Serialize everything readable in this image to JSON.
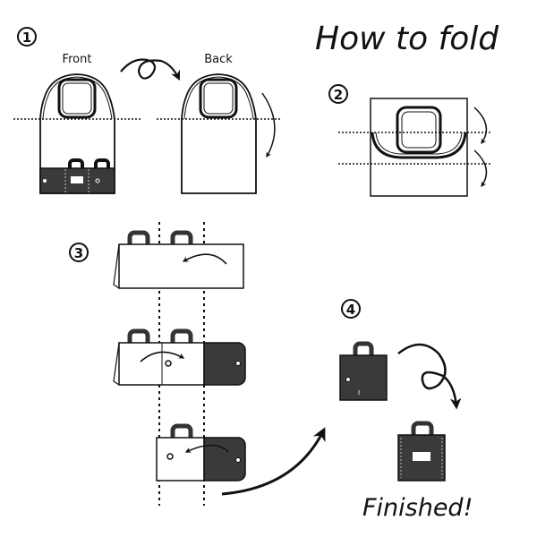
{
  "title": "How to fold",
  "steps": [
    {
      "number": "1",
      "labels": {
        "front": "Front",
        "back": "Back"
      }
    },
    {
      "number": "2"
    },
    {
      "number": "3"
    },
    {
      "number": "4"
    }
  ],
  "finished_label": "Finished!",
  "colors": {
    "ink": "#111111",
    "fabric_dark": "#3a3a3a",
    "paper": "#ffffff"
  }
}
